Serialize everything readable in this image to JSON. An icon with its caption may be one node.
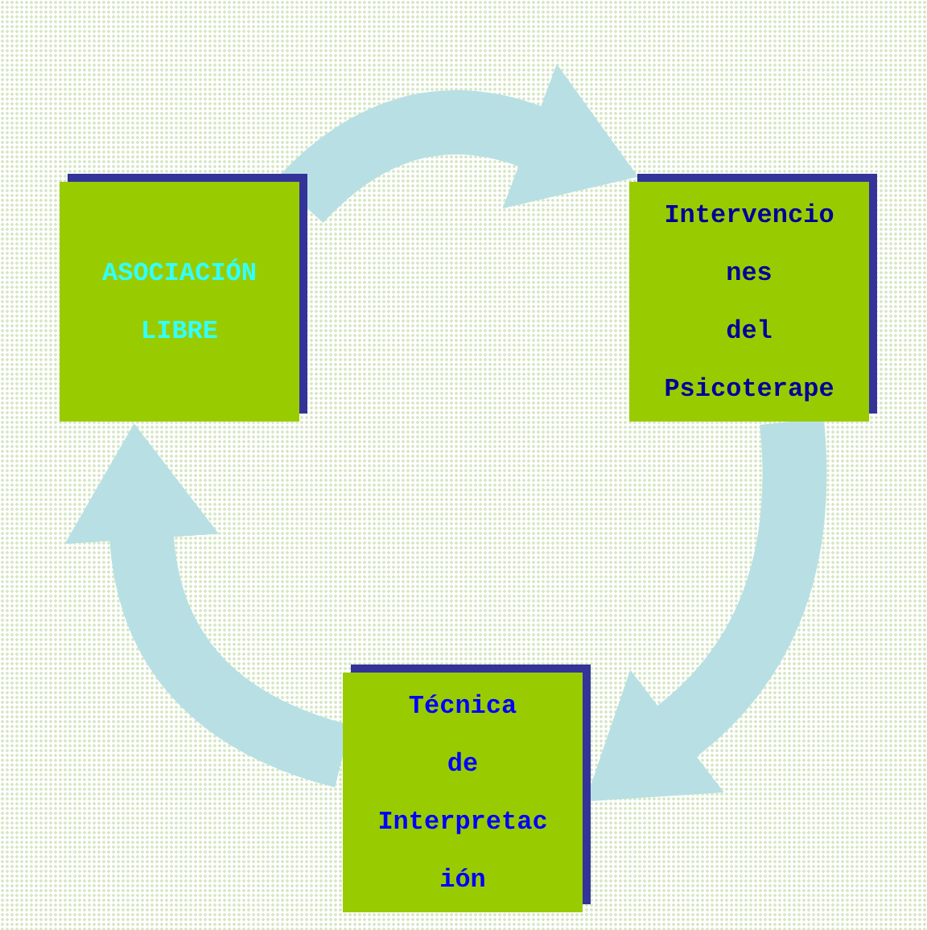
{
  "diagram": {
    "nodes": [
      {
        "text": [
          "ASOCIACIÓN LIBRE"
        ]
      },
      {
        "text": [
          "Intervencio nes del Psicoterape"
        ]
      },
      {
        "text": [
          "Técnica de Interpretac ión"
        ]
      }
    ],
    "edges": [
      {
        "from": 0,
        "to": 1,
        "arrow": "to"
      },
      {
        "from": 1,
        "to": 2,
        "arrow": "to"
      },
      {
        "from": 2,
        "to": 0,
        "arrow": "to"
      }
    ]
  }
}
